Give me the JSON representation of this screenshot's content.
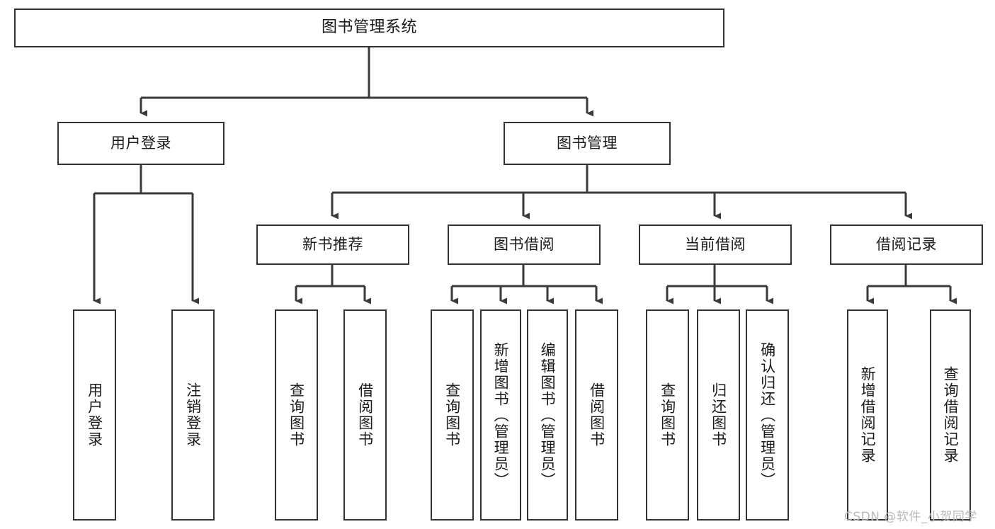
{
  "diagram": {
    "title_box": {
      "label": "图书管理系统"
    },
    "level2": [
      {
        "id": "user-login",
        "label": "用户登录"
      },
      {
        "id": "book-manage",
        "label": "图书管理"
      }
    ],
    "level3": [
      {
        "id": "new-book-recommend",
        "label": "新书推荐"
      },
      {
        "id": "book-borrow",
        "label": "图书借阅"
      },
      {
        "id": "current-borrow",
        "label": "当前借阅"
      },
      {
        "id": "borrow-record",
        "label": "借阅记录"
      }
    ],
    "leaves": {
      "user_login": [
        {
          "id": "leaf-user-login",
          "label": "用户登录"
        },
        {
          "id": "leaf-logout-login",
          "label": "注销登录"
        }
      ],
      "new_book_recommend": [
        {
          "id": "leaf-query-book-1",
          "label": "查询图书"
        },
        {
          "id": "leaf-borrow-book-1",
          "label": "借阅图书"
        }
      ],
      "book_borrow": [
        {
          "id": "leaf-query-book-2",
          "label": "查询图书"
        },
        {
          "id": "leaf-add-book",
          "label": "新增图书（管理员）"
        },
        {
          "id": "leaf-edit-book",
          "label": "编辑图书（管理员）"
        },
        {
          "id": "leaf-borrow-book-2",
          "label": "借阅图书"
        }
      ],
      "current_borrow": [
        {
          "id": "leaf-query-book-3",
          "label": "查询图书"
        },
        {
          "id": "leaf-return-book",
          "label": "归还图书"
        },
        {
          "id": "leaf-confirm-return",
          "label": "确认归还（管理员）"
        }
      ],
      "borrow_record": [
        {
          "id": "leaf-add-record",
          "label": "新增借阅记录"
        },
        {
          "id": "leaf-query-record",
          "label": "查询借阅记录"
        }
      ]
    }
  },
  "watermark": {
    "text": "CSDN @软件_小贺同学"
  },
  "colors": {
    "border": "#333333",
    "background": "#ffffff",
    "text": "#1a1a1a",
    "watermark": "#b9b9b9",
    "connector": "#3a3a3a"
  }
}
